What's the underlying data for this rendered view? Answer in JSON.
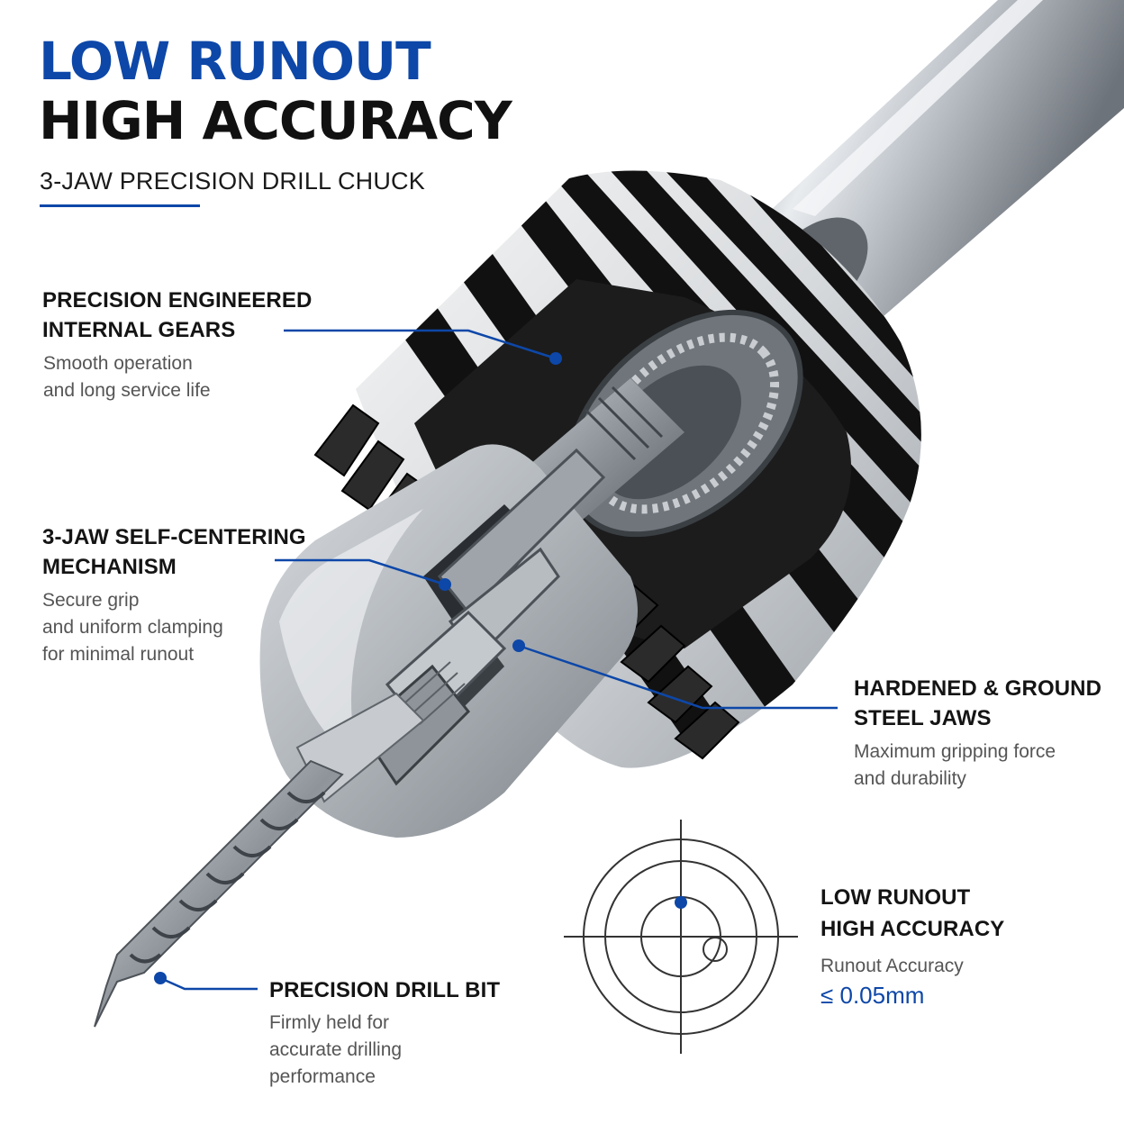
{
  "header": {
    "title_line1": "LOW RUNOUT",
    "title_line2": "HIGH ACCURACY",
    "subtitle": "3-JAW PRECISION DRILL CHUCK"
  },
  "callouts": {
    "gears": {
      "title_line1": "PRECISION ENGINEERED",
      "title_line2": "INTERNAL GEARS",
      "desc_line1": "Smooth operation",
      "desc_line2": "and long service life"
    },
    "mechanism": {
      "title_line1": "3-JAW SELF-CENTERING",
      "title_line2": "MECHANISM",
      "desc_line1": "Secure grip",
      "desc_line2": "and uniform clamping",
      "desc_line3": "for minimal runout"
    },
    "jaws": {
      "title_line1": "HARDENED & GROUND",
      "title_line2": "STEEL JAWS",
      "desc_line1": "Maximum gripping force",
      "desc_line2": "and durability"
    },
    "bit": {
      "title": "PRECISION DRILL BIT",
      "desc_line1": "Firmly held for",
      "desc_line2": "accurate drilling",
      "desc_line3": "performance"
    },
    "runout": {
      "title_line1": "LOW RUNOUT",
      "title_line2": "HIGH ACCURACY",
      "desc": "Runout Accuracy",
      "value": "≤ 0.05mm"
    }
  },
  "colors": {
    "accent": "#0d47a8",
    "heading": "#111111",
    "body_text": "#555555",
    "background": "#ffffff"
  },
  "icons": {
    "product": "drill-chuck-illustration",
    "runout_diagram": "concentric-runout-target-icon"
  }
}
